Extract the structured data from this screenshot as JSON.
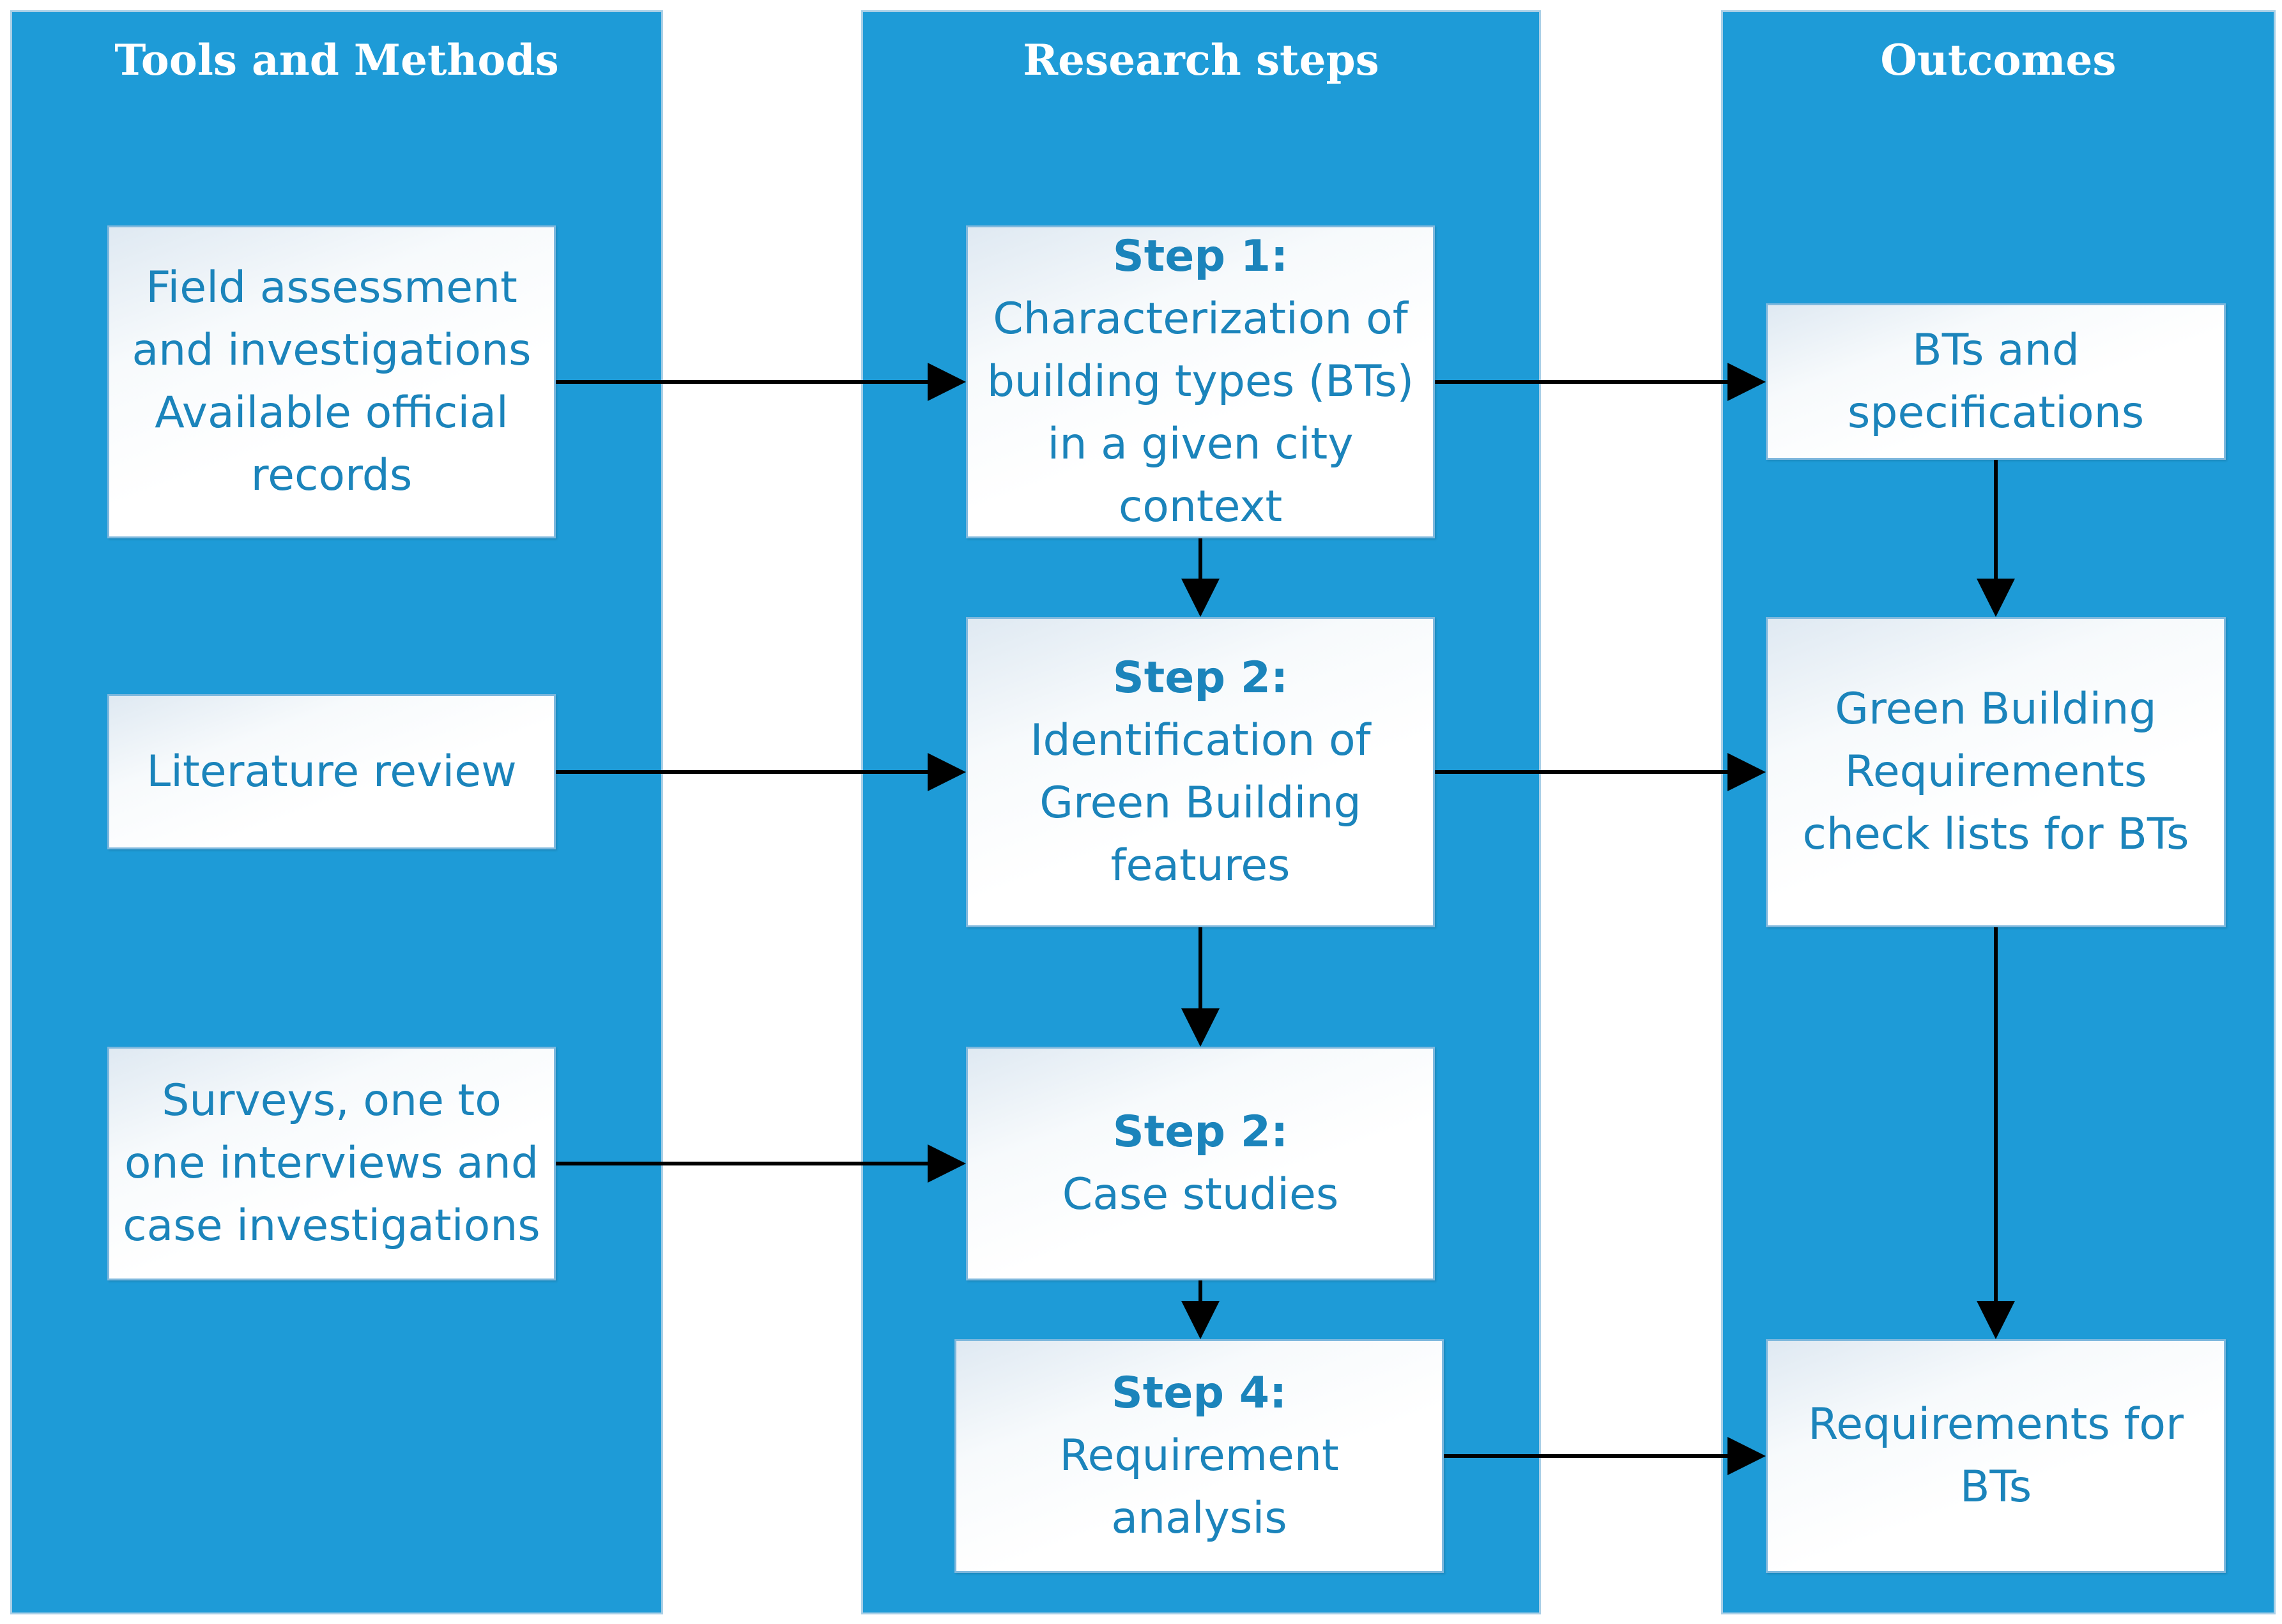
{
  "columns": {
    "tools": {
      "title": "Tools and Methods"
    },
    "steps": {
      "title": "Research steps"
    },
    "outcomes": {
      "title": "Outcomes"
    }
  },
  "tools": {
    "field": {
      "lines": [
        "Field assessment",
        "and investigations",
        "Available official",
        "records"
      ]
    },
    "literature": {
      "lines": [
        "Literature review"
      ]
    },
    "surveys": {
      "lines": [
        "Surveys, one to",
        "one interviews and",
        "case investigations"
      ]
    }
  },
  "steps": {
    "step1": {
      "label": "Step 1:",
      "lines": [
        "Characterization of",
        "building types (BTs)",
        "in a given city",
        "context"
      ]
    },
    "step2a": {
      "label": "Step 2:",
      "lines": [
        "Identification of",
        "Green Building",
        "features"
      ]
    },
    "step2b": {
      "label": "Step 2:",
      "lines": [
        "Case studies"
      ]
    },
    "step4": {
      "label": "Step 4:",
      "lines": [
        "Requirement",
        "analysis"
      ]
    }
  },
  "outcomes": {
    "bts": {
      "lines": [
        "BTs and",
        "specifications"
      ]
    },
    "checklists": {
      "lines": [
        "Green Building",
        "Requirements",
        "check lists for BTs"
      ]
    },
    "requirements": {
      "lines": [
        "Requirements for",
        "BTs"
      ]
    }
  },
  "colors": {
    "column_fill": "#1e9bd7",
    "box_text": "#1b84bb",
    "arrow": "#000000"
  }
}
